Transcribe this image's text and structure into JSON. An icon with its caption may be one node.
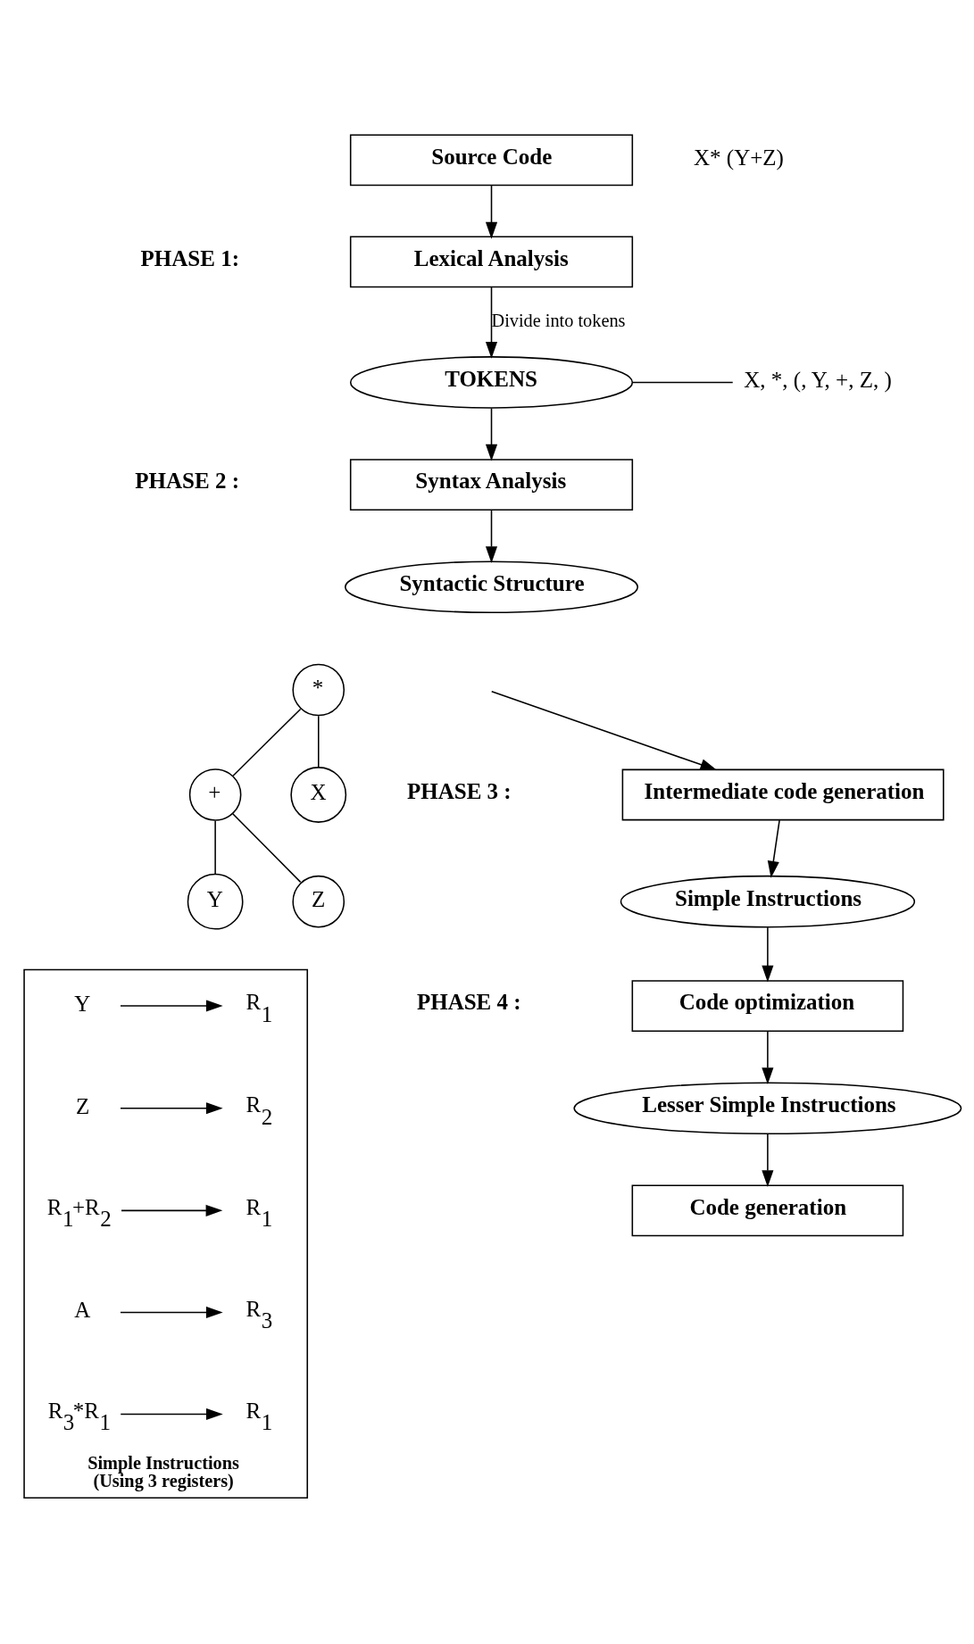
{
  "diagram": {
    "nodes": [
      {
        "text": [
          "Source Code"
        ],
        "beside": [
          "X* (Y+Z)"
        ]
      },
      {
        "text": [
          "Lexical Analysis"
        ]
      },
      {
        "text": [
          "TOKENS"
        ]
      },
      {
        "text": [
          "X, *, (, Y, +, Z, )"
        ]
      },
      {
        "text": [
          "Syntax Analysis"
        ]
      },
      {
        "text": [
          "Syntactic Structure"
        ]
      },
      {
        "text": [
          "Intermediate code generation"
        ]
      },
      {
        "text": [
          "Simple Instructions"
        ]
      },
      {
        "text": [
          "Code optimization"
        ]
      },
      {
        "text": [
          "Lesser Simple Instructions"
        ]
      },
      {
        "text": [
          "Code generation"
        ]
      },
      {
        "text": [
          "*"
        ]
      },
      {
        "text": [
          "+"
        ]
      },
      {
        "text": [
          "X"
        ]
      },
      {
        "text": [
          "Y"
        ]
      },
      {
        "text": [
          "Z"
        ]
      },
      {
        "text": [
          "Simple Instructions",
          "(Using 3 registers)"
        ]
      },
      {
        "text": [
          "R$_{1}$"
        ],
        "in": 16
      },
      {
        "text": [
          "Y"
        ],
        "in": 16
      },
      {
        "text": [
          "R$_{2}$"
        ],
        "in": 16
      },
      {
        "text": [
          "Z"
        ],
        "in": 16
      },
      {
        "text": [
          "R$_{1}$"
        ],
        "in": 16
      },
      {
        "text": [
          "R$_{1}$+R$_{2}$"
        ],
        "in": 16
      },
      {
        "text": [
          "R$_{3}$"
        ],
        "in": 16
      },
      {
        "text": [
          "A"
        ],
        "in": 16
      },
      {
        "text": [
          "R$_{1}$"
        ],
        "in": 16
      },
      {
        "text": [
          "R$_{3}$*R$_{1}$"
        ],
        "in": 16
      }
    ],
    "edges": [
      {
        "from": 0,
        "to": 1,
        "arrow": "to"
      },
      {
        "from": 1,
        "to": 2,
        "arrow": "to",
        "label": "Divide into tokens"
      },
      {
        "from": 2,
        "to": 3,
        "arrow": "none"
      },
      {
        "from": 2,
        "to": 4,
        "arrow": "to"
      },
      {
        "from": 4,
        "to": 5,
        "arrow": "to"
      },
      {
        "from": null,
        "to": 6,
        "arrow": "to"
      },
      {
        "from": 6,
        "to": 7,
        "arrow": "to"
      },
      {
        "from": 7,
        "to": 8,
        "arrow": "to"
      },
      {
        "from": 8,
        "to": 9,
        "arrow": "to"
      },
      {
        "from": 9,
        "to": 10,
        "arrow": "to"
      },
      {
        "from": 11,
        "to": 12,
        "arrow": "none"
      },
      {
        "from": 11,
        "to": 13,
        "arrow": "none"
      },
      {
        "from": 12,
        "to": 14,
        "arrow": "none"
      },
      {
        "from": 12,
        "to": 15,
        "arrow": "none"
      },
      {
        "from": 18,
        "to": 17,
        "arrow": "to"
      },
      {
        "from": 20,
        "to": 19,
        "arrow": "to"
      },
      {
        "from": 22,
        "to": 21,
        "arrow": "to"
      },
      {
        "from": 24,
        "to": 23,
        "arrow": "to"
      },
      {
        "from": 26,
        "to": 25,
        "arrow": "to"
      }
    ],
    "labels": [
      "PHASE 1:",
      "PHASE 2 :",
      "PHASE 3 :",
      "PHASE 4 :"
    ]
  }
}
